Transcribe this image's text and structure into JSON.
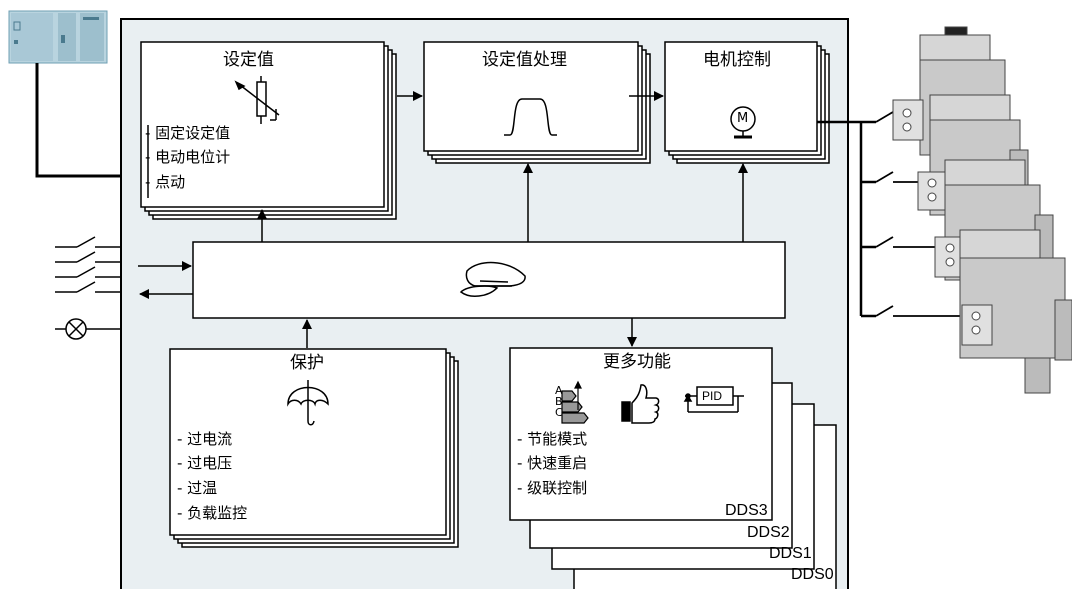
{
  "setpoint": {
    "title": "设定值",
    "items": [
      "- 固定设定值",
      "- 电动电位计",
      "- 点动"
    ]
  },
  "processing": {
    "title": "设定值处理"
  },
  "motor_control": {
    "title": "电机控制",
    "motor_symbol": "M"
  },
  "control_unit": {
    "icon": "captain-hat-icon"
  },
  "protection": {
    "title": "保护",
    "icon": "umbrella-icon",
    "items": [
      "- 过电流",
      "- 过电压",
      "- 过温",
      "- 负载监控"
    ]
  },
  "more_functions": {
    "title": "更多功能",
    "icons": [
      "abc-efficiency-icon",
      "thumbs-up-icon",
      "pid-controller-icon"
    ],
    "pid_label": "PID",
    "abc_letters": [
      "A",
      "B",
      "C"
    ],
    "items": [
      "- 节能模式",
      "- 快速重启",
      "- 级联控制"
    ]
  },
  "dds_labels": [
    "DDS3",
    "DDS2",
    "DDS1",
    "DDS0"
  ],
  "colors": {
    "panel": "#e9eff2",
    "plc": "#b9d4df",
    "plc_dark": "#6f9fb3",
    "motor": "#c9c9c9",
    "line": "#000000"
  }
}
